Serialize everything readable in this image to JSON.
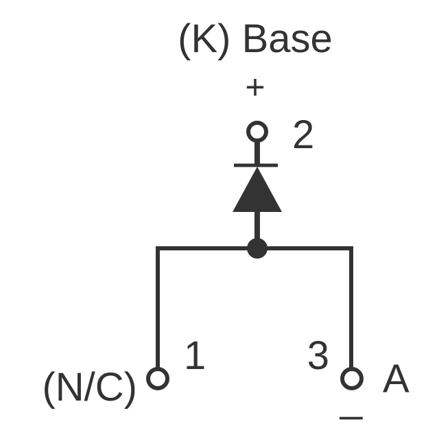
{
  "diagram": {
    "top_label": "(K) Base",
    "plus_sign": "+",
    "minus_sign": "_",
    "pins": [
      {
        "number": "2",
        "name": "(K) Base"
      },
      {
        "number": "1",
        "name": "(N/C)"
      },
      {
        "number": "3",
        "name": "A"
      }
    ]
  },
  "colors": {
    "ink": "#333333",
    "background": "#ffffff"
  }
}
